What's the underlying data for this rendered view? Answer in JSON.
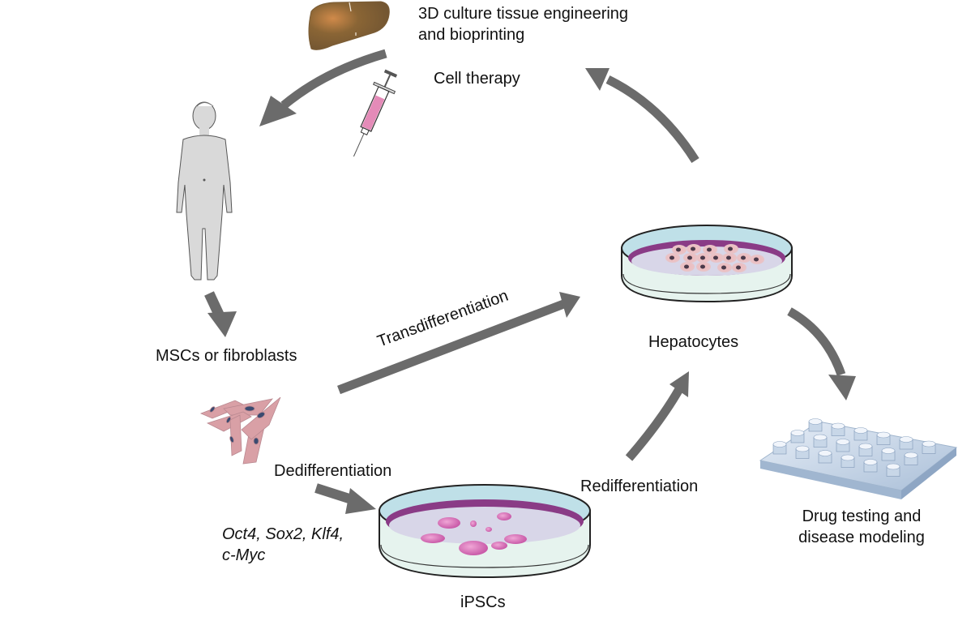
{
  "labels": {
    "tissue_engineering": [
      "3D culture tissue engineering",
      "and bioprinting"
    ],
    "cell_therapy": "Cell therapy",
    "source_cells": "MSCs or fibroblasts",
    "transdifferentiation": "Transdifferentiation",
    "dedifferentiation": "Dedifferentiation",
    "factors": [
      "Oct4, Sox2, Klf4,",
      "c-Myc"
    ],
    "ipscs": "iPSCs",
    "redifferentiation": "Redifferentiation",
    "hepatocytes": "Hepatocytes",
    "drug_testing": [
      "Drug testing and",
      "disease modeling"
    ]
  },
  "icons": {
    "liver": "liver-icon",
    "syringe": "syringe-icon",
    "human": "human-body-icon",
    "fibroblasts": "fibroblast-cells-icon",
    "ipsc_dish": "petri-dish-icon",
    "hepatocyte_dish": "petri-dish-icon",
    "well_plate": "well-plate-icon"
  },
  "colors": {
    "arrow": "#6b6b6b",
    "liver": "#7a5c35",
    "syringe_fluid": "#e48bb8",
    "dish_rim": "#bfe0e8",
    "dish_medium": "#8a3b86",
    "dish_base": "#e6f3ee",
    "colony": "#d96bb8",
    "cell_pink": "#d9a0a6",
    "plate": "#b9cbe0"
  }
}
